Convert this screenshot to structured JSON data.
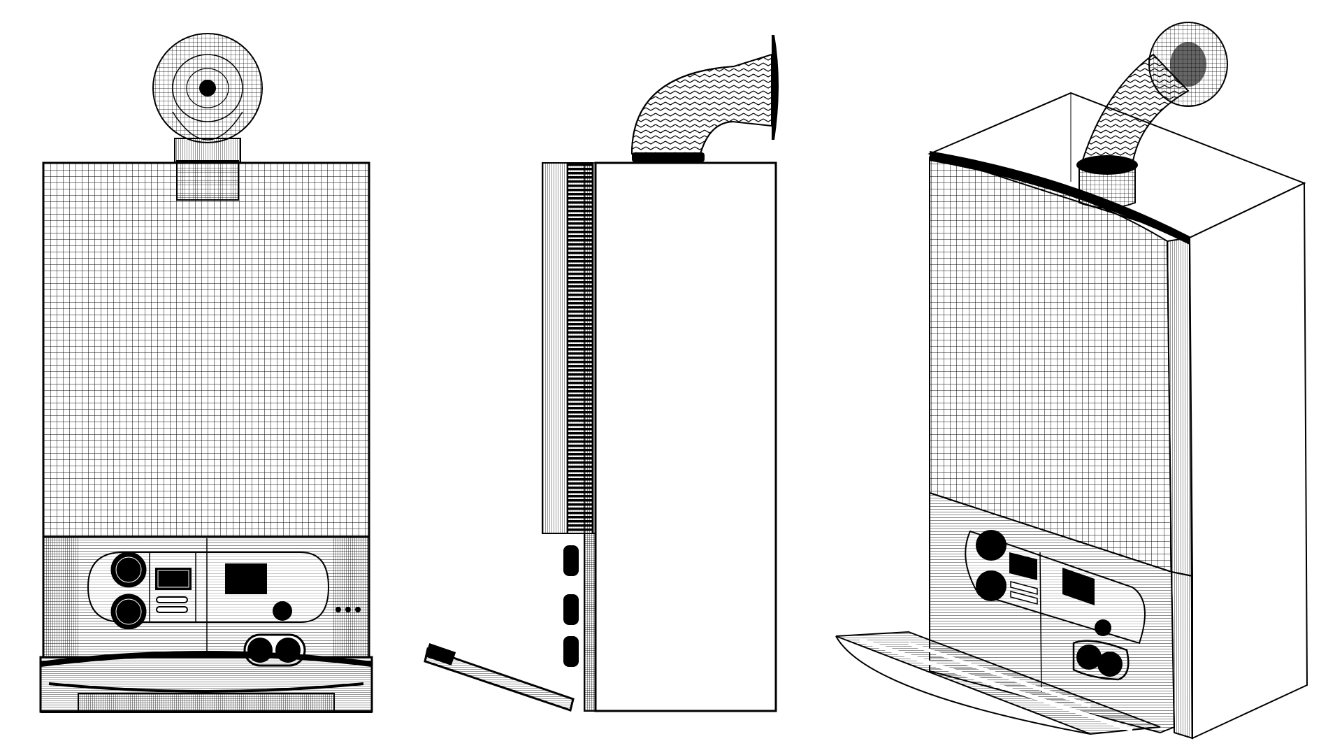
{
  "figure": {
    "views": [
      {
        "id": "front"
      },
      {
        "id": "side"
      },
      {
        "id": "isometric"
      }
    ],
    "colors": {
      "background": "#ffffff",
      "line": "#000000",
      "mesh": "#1a1a1a"
    },
    "icons": {
      "flue-pipe": "flue-elbow-icon",
      "dial": "control-dial-icon",
      "display": "lcd-display-icon"
    }
  }
}
